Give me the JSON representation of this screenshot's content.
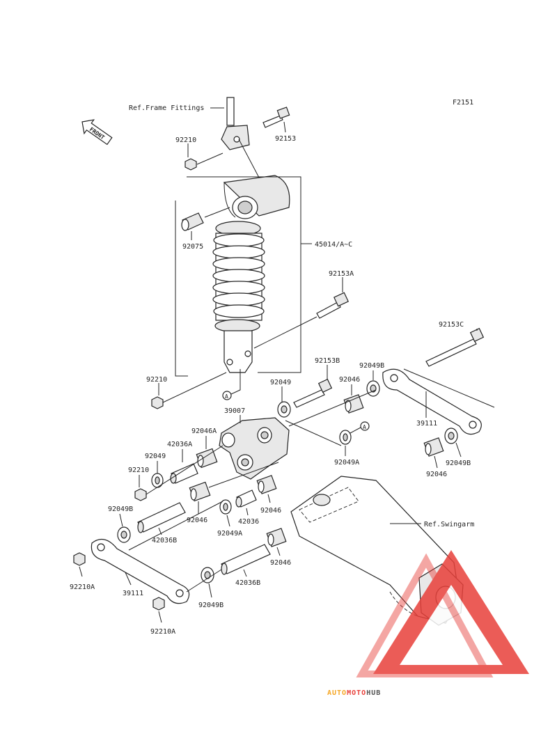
{
  "figure_code": "F2151",
  "front_marker": "FRONT",
  "references": {
    "frame": "Ref.Frame Fittings",
    "swingarm": "Ref.Swingarm"
  },
  "callout_marker": "A",
  "parts": {
    "p92153": "92153",
    "p92210_top": "92210",
    "p92075": "92075",
    "p45014": "45014/A~C",
    "p92153A": "92153A",
    "p92153C": "92153C",
    "p92153B": "92153B",
    "p92049B_top": "92049B",
    "p92049_mid": "92049",
    "p92046_top": "92046",
    "p92210_mid": "92210",
    "p39007": "39007",
    "p39111_right": "39111",
    "p92046A": "92046A",
    "p42036A": "42036A",
    "p92049_left": "92049",
    "p92049A_right": "92049A",
    "p92049B_right": "92049B",
    "p92046_right": "92046",
    "p92210_left": "92210",
    "p92049B_left": "92049B",
    "p92046_mid1": "92046",
    "p92046_mid2": "92046",
    "p42036": "42036",
    "p92049A_mid": "92049A",
    "p42036B_left": "42036B",
    "p92046_low": "92046",
    "p42036B_low": "42036B",
    "p92210A_left": "92210A",
    "p39111_left": "39111",
    "p92049B_bottom": "92049B",
    "p92210A_bottom": "92210A"
  },
  "watermark": {
    "part1": "AUTO",
    "part2": "MOTO",
    "part3": "HUB",
    "color_orange": "#f5a623",
    "color_red": "#e8403a",
    "color_grey": "#555555"
  }
}
